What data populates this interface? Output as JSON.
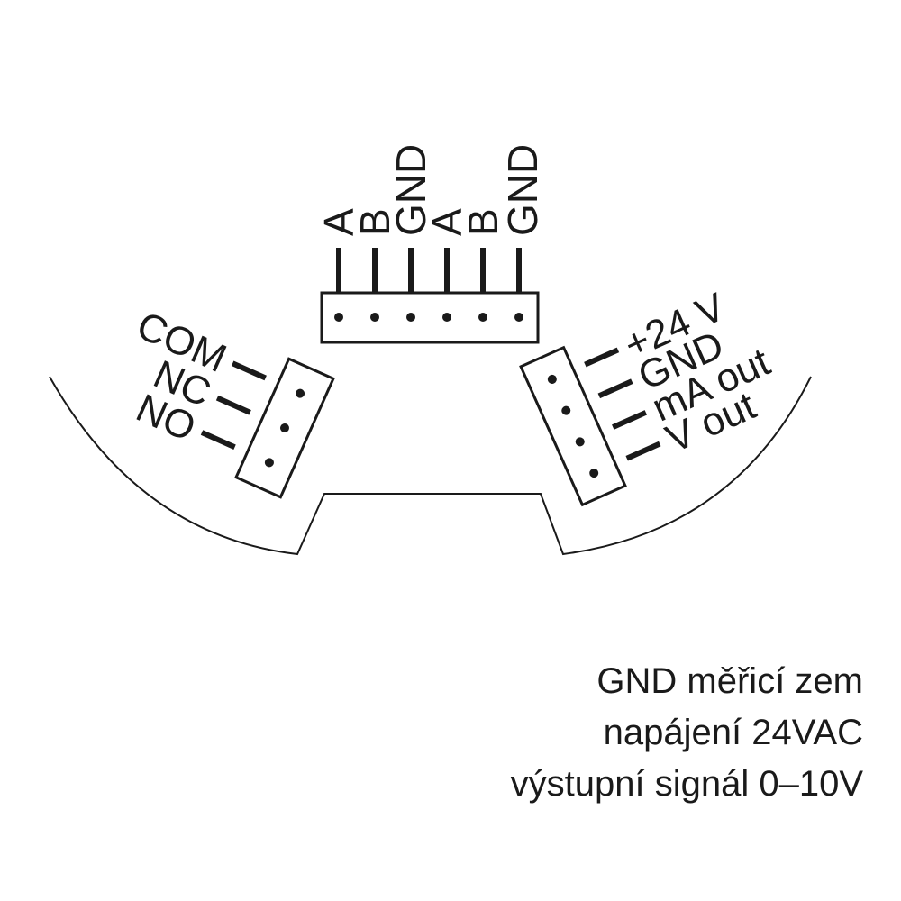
{
  "top_connector": {
    "labels": [
      "A",
      "B",
      "GND",
      "A",
      "B",
      "GND"
    ]
  },
  "left_connector": {
    "labels": [
      "COM",
      "NC",
      "NO"
    ]
  },
  "right_connector": {
    "labels": [
      "+24 V",
      "GND",
      "mA out",
      "V out"
    ]
  },
  "legend": {
    "lines": [
      "GND měřicí zem",
      "napájení 24VAC",
      "výstupní signál 0–10V"
    ]
  }
}
